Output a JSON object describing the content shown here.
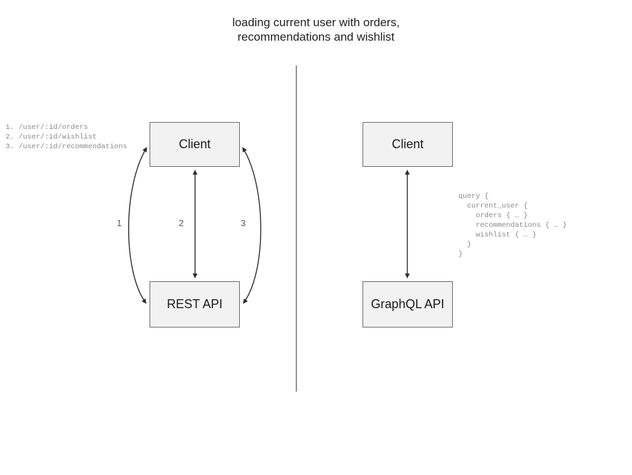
{
  "title": "loading current user with orders,\nrecommendations and wishlist",
  "divider": {
    "name": "vertical-divider",
    "color": "#7a7a7a"
  },
  "theme": {
    "node_fill": "#f2f2f2",
    "node_border": "#6b6b6b",
    "edge_color": "#333333",
    "mono_text": "#8a8a8a",
    "title_text": "#1f1f1f"
  },
  "left_panel": {
    "name": "rest-side",
    "endpoint_list": "1. /user/:id/orders\n2. /user/:id/wishlist\n3. /user/:id/recommendations",
    "nodes": {
      "client": "Client",
      "api": "REST API"
    },
    "edges": [
      {
        "label": "1",
        "shape": "curve-left",
        "arrowheads": "both"
      },
      {
        "label": "2",
        "shape": "straight",
        "arrowheads": "both"
      },
      {
        "label": "3",
        "shape": "curve-right",
        "arrowheads": "both"
      }
    ]
  },
  "right_panel": {
    "name": "graphql-side",
    "nodes": {
      "client": "Client",
      "api": "GraphQL API"
    },
    "query": "query {\n  current_user {\n    orders { … }\n    recommendations { … }\n    wishlist { … }\n  }\n}",
    "edges": [
      {
        "label": "",
        "shape": "straight",
        "arrowheads": "both"
      }
    ]
  }
}
